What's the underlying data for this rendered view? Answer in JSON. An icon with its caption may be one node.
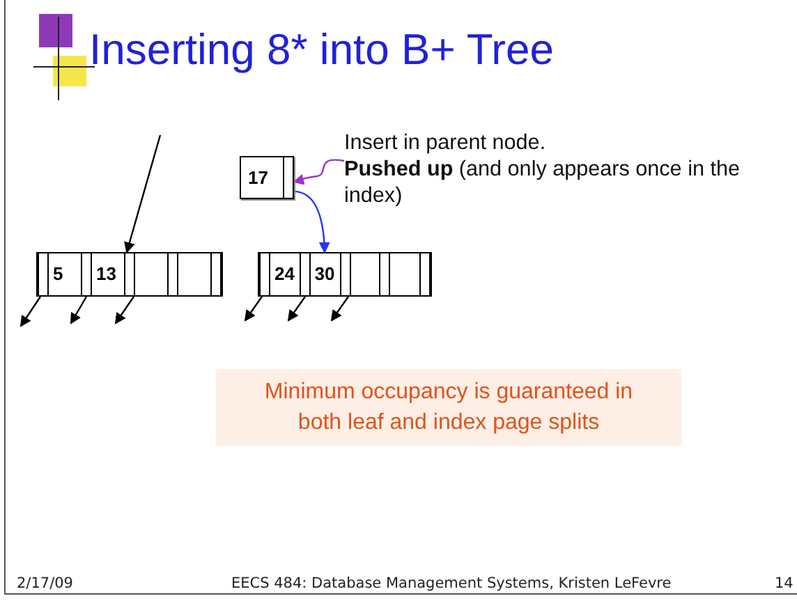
{
  "diagram": {
    "title": "Inserting 8* into B+ Tree",
    "nodes": [
      {
        "text": [
          "5",
          "13"
        ]
      },
      {
        "text": [
          "24",
          "30"
        ]
      },
      {
        "text": [
          "17"
        ]
      },
      {
        "text": [
          "Insert in parent node.",
          "**Pushed up** (and only appears once in the index)"
        ]
      },
      {
        "text": [
          "Minimum occupancy is guaranteed in both leaf and index page splits"
        ]
      }
    ],
    "edges": [
      {
        "from": null,
        "to": 0,
        "arrow": "to"
      },
      {
        "from": 2,
        "to": 1,
        "arrow": "to",
        "color": "#2233ff"
      },
      {
        "from": 3,
        "to": 2,
        "arrow": "to",
        "color": "#9933cc"
      },
      {
        "from": 0,
        "to": null,
        "arrow": "to"
      },
      {
        "from": 0,
        "to": null,
        "arrow": "to"
      },
      {
        "from": 0,
        "to": null,
        "arrow": "to"
      },
      {
        "from": 1,
        "to": null,
        "arrow": "to"
      },
      {
        "from": 1,
        "to": null,
        "arrow": "to"
      },
      {
        "from": 1,
        "to": null,
        "arrow": "to"
      }
    ],
    "labels": [
      "2/17/09",
      "EECS 484: Database Management Systems, Kristen LeFevre",
      "14"
    ]
  }
}
